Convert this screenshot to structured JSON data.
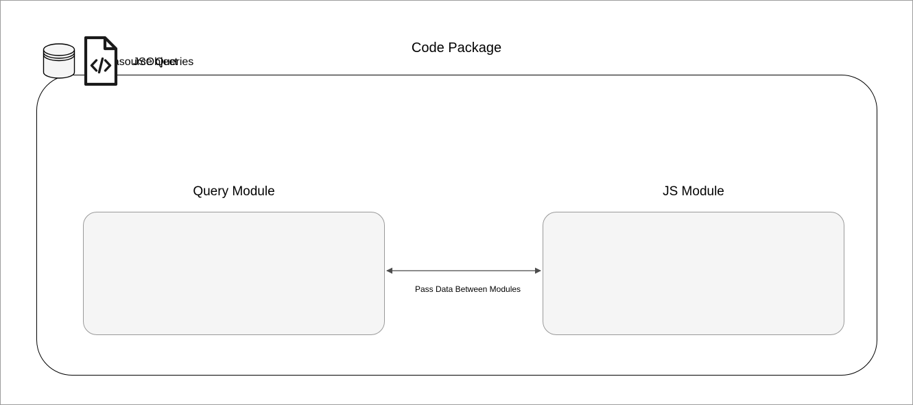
{
  "diagram": {
    "title": "Code Package",
    "background_color": "#ffffff",
    "border_color": "#9c9c9c",
    "container_stroke": "#000000",
    "module_fill": "#f5f5f5",
    "module_stroke": "#999999",
    "connector_color": "#666666"
  },
  "modules": [
    {
      "label": "Query Module",
      "item_label": "Datasource Queries",
      "icon": "database-cylinder-icon"
    },
    {
      "label": "JS Module",
      "item_label": "JSObject",
      "icon": "code-file-icon"
    }
  ],
  "connector": {
    "label": "Pass Data Between Modules",
    "style": "double-headed-arrow"
  }
}
